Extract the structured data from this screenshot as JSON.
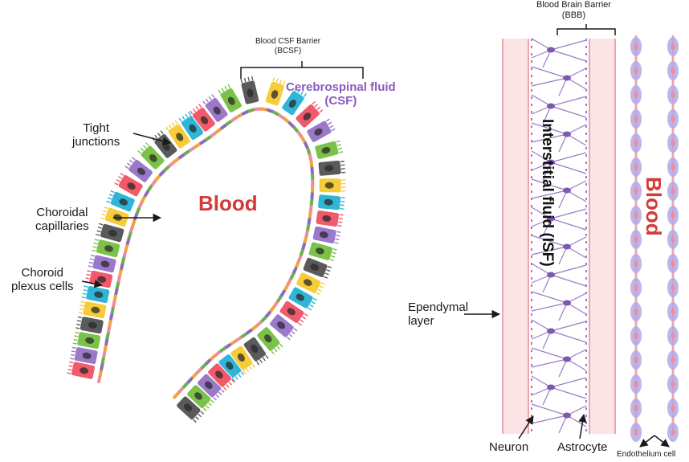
{
  "left_panel": {
    "bcsf_label_line1": "Blood CSF Barrier",
    "bcsf_label_line2": "(BCSF)",
    "csf_label_line1": "Cerebrospinal fluid",
    "csf_label_line2": "(CSF)",
    "tight_label_line1": "Tight",
    "tight_label_line2": "junctions",
    "choroidal_label_line1": "Choroidal",
    "choroidal_label_line2": "capillaries",
    "plexus_label_line1": "Choroid",
    "plexus_label_line2": "plexus cells",
    "blood_label": "Blood"
  },
  "right_panel": {
    "bbb_label_line1": "Blood Brain Barrier",
    "bbb_label_line2": "(BBB)",
    "isf_label": "Interstitial fluid (ISF)",
    "blood_label": "Blood",
    "ependymal_label_line1": "Ependymal",
    "ependymal_label_line2": "layer",
    "neuron_label": "Neuron",
    "astrocyte_label": "Astrocyte",
    "endothelium_label": "Endothelium cell"
  },
  "colors": {
    "cell_palette": [
      "#7cc24a",
      "#9b78c9",
      "#f05a6a",
      "#2fb5d6",
      "#f7cc3a",
      "#5a5a5a"
    ],
    "capillary": [
      "#f08aa0",
      "#f2a33a",
      "#8b6bbf",
      "#6ab04c"
    ],
    "blood_text": "#d43a3a",
    "csf_text": "#8a5bbf",
    "wall_fill": "#fce3e6",
    "wall_edge": "#f0a5ae",
    "neuron": "#9b7bc4",
    "endothelium": "#b3a9e6"
  }
}
